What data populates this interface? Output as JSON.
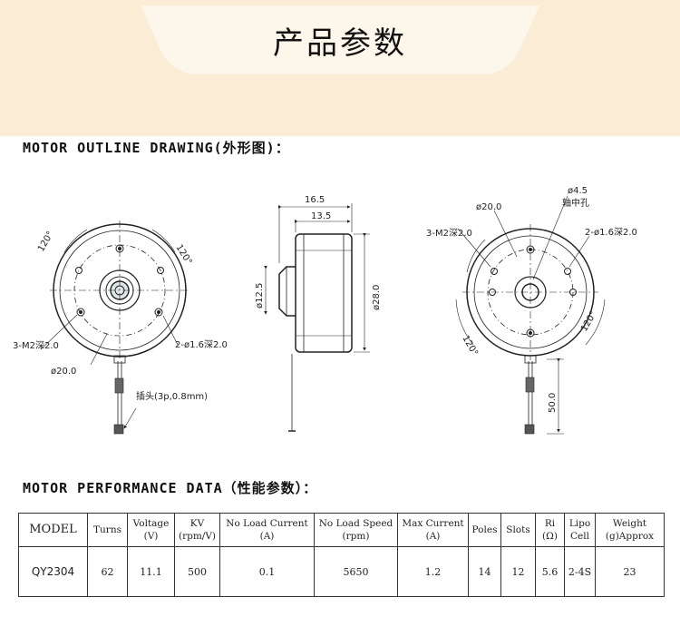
{
  "page": {
    "title": "产品参数"
  },
  "outline": {
    "title": "MOTOR OUTLINE DRAWING(外形图)：",
    "labels": {
      "left_angle_a": "120°",
      "left_angle_b": "120°",
      "left_screw": "3-M2深2.0",
      "left_holes": "2-ø1.6深2.0",
      "left_circle": "ø20.0",
      "left_plug": "插头(3p,0.8mm)",
      "side_len_total": "16.5",
      "side_len_body": "13.5",
      "side_dia_small": "ø12.5",
      "side_dia_big": "ø28.0",
      "right_shaft": "ø4.5",
      "right_shaft_hole": "轴中孔",
      "right_circle": "ø20.0",
      "right_screw": "3-M2深2.0",
      "right_holes": "2-ø1.6深2.0",
      "right_angle_a": "120°",
      "right_angle_b": "120°",
      "right_lead": "50.0"
    }
  },
  "performance": {
    "title": "MOTOR PERFORMANCE DATA（性能参数）：",
    "headers": [
      [
        "MODEL"
      ],
      [
        "Turns"
      ],
      [
        "Voltage",
        "(V)"
      ],
      [
        "KV",
        "(rpm/V)"
      ],
      [
        "No Load Current",
        "(A)"
      ],
      [
        "No Load Speed",
        "(rpm)"
      ],
      [
        "Max Current",
        "(A)"
      ],
      [
        "Poles"
      ],
      [
        "Slots"
      ],
      [
        "Ri",
        "(Ω)"
      ],
      [
        "Lipo",
        "Cell"
      ],
      [
        "Weight",
        "(g)Approx"
      ]
    ],
    "row": [
      "QY2304",
      "62",
      "11.1",
      "500",
      "0.1",
      "5650",
      "1.2",
      "14",
      "12",
      "5.6",
      "2-4S",
      "23"
    ]
  }
}
